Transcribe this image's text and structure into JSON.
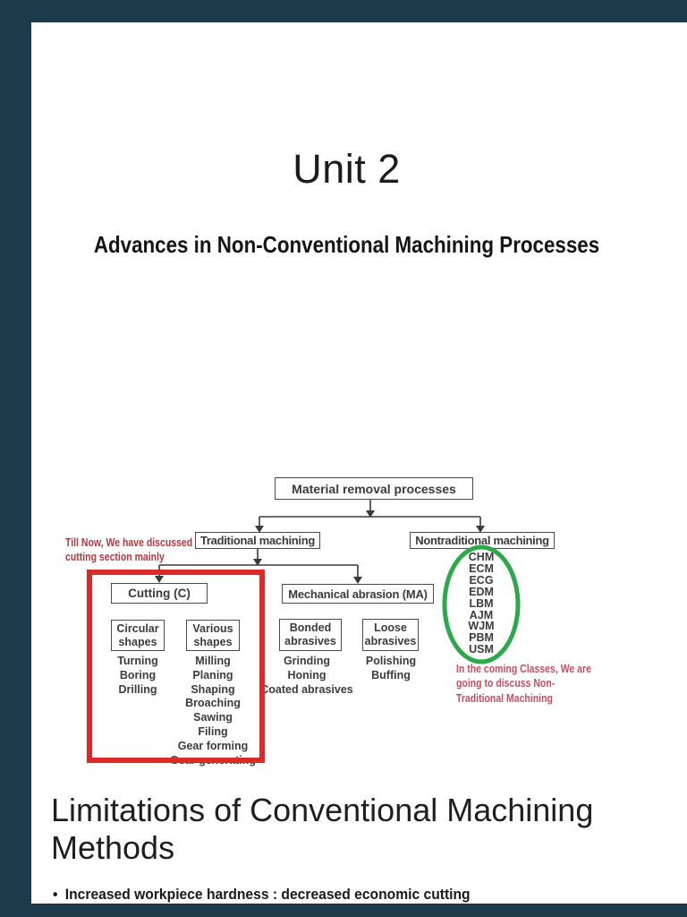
{
  "viewer": {
    "chrome_color": "#1d3a4b"
  },
  "slide": {
    "title": "Unit 2",
    "subtitle": "Advances in Non-Conventional Machining Processes",
    "heading_lines": [
      "Limitations of Conventional Machining",
      "Methods"
    ],
    "bullet_glyph": "•",
    "bullet_text": "Increased workpiece hardness : decreased economic cutting"
  },
  "flowchart": {
    "nodes": {
      "root": "Material removal processes",
      "traditional": "Traditional machining",
      "nontraditional": "Nontraditional machining",
      "cutting": "Cutting (C)",
      "mechanical_abrasion": "Mechanical abrasion (MA)",
      "circular_shapes": "Circular shapes",
      "various_shapes": "Various shapes",
      "bonded_abrasives": "Bonded abrasives",
      "loose_abrasives": "Loose abrasives"
    },
    "lists": {
      "circular": [
        "Turning",
        "Boring",
        "Drilling"
      ],
      "various": [
        "Milling",
        "Planing",
        "Shaping",
        "Broaching",
        "Sawing",
        "Filing",
        "Gear forming",
        "Gear generating"
      ],
      "bonded": [
        "Grinding",
        "Honing",
        "Coated abrasives"
      ],
      "loose": [
        "Polishing",
        "Buffing"
      ],
      "nontraditional_acronyms": [
        "CHM",
        "ECM",
        "ECG",
        "EDM",
        "LBM",
        "AJM",
        "WJM",
        "PBM",
        "USM"
      ]
    }
  },
  "annotations": {
    "left_note_lines": [
      "Till Now, We have discussed",
      "cutting section mainly"
    ],
    "right_note_lines": [
      "In the coming Classes, We are",
      "going to discuss Non-",
      "Traditional Machining"
    ],
    "colors": {
      "left_note": "#b4393f",
      "right_note": "#c25064",
      "red_highlight_box": "#da2a2a",
      "green_highlight_ellipse": "#2ba94b"
    }
  }
}
